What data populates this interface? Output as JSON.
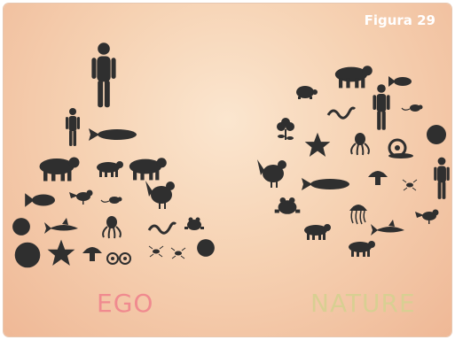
{
  "figure": {
    "label": "Figura 29",
    "left_caption": "EGO",
    "right_caption": "NATURE",
    "icon_color": "#2f2f2f"
  },
  "ego_pyramid_icons": [
    "human-figure",
    "human-figure",
    "whale",
    "pig",
    "dog",
    "cow",
    "fish",
    "bird",
    "mouse",
    "rooster",
    "crab",
    "shark",
    "octopus",
    "snake",
    "frog",
    "sea-urchin",
    "starfish",
    "mushroom",
    "cells",
    "insect",
    "bug",
    "beetle"
  ],
  "nature_circle_icons": [
    "pig",
    "fish",
    "turtle",
    "snake",
    "human-figure",
    "mouse",
    "flower",
    "starfish",
    "octopus",
    "snail",
    "sea-urchin",
    "hen",
    "whale",
    "mushroom",
    "human-figure",
    "frog",
    "jellyfish",
    "insect",
    "bird",
    "cow",
    "shark",
    "dog"
  ]
}
